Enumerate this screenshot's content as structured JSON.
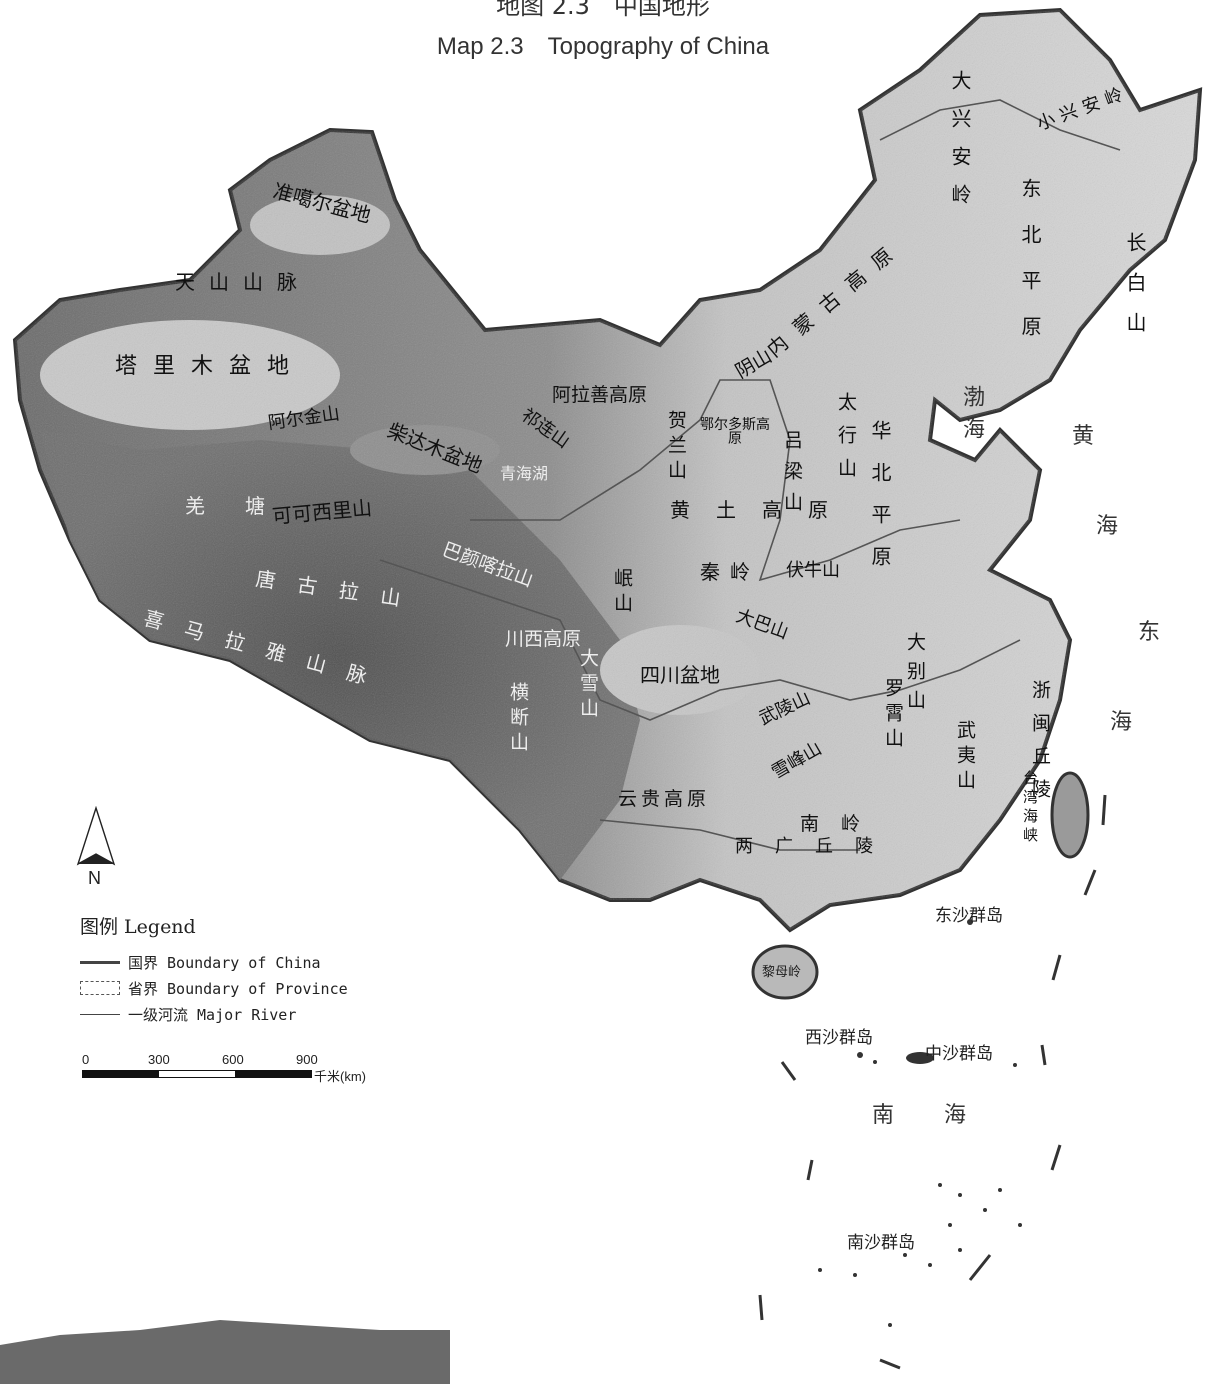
{
  "title": {
    "cn": "地图 2.3　中国地形",
    "en": "Map 2.3　Topography of China"
  },
  "colors": {
    "land_light": "#d6d6d6",
    "land_mid": "#a9a9a9",
    "plateau_dark": "#5e5e5e",
    "border": "#3a3a3a",
    "water": "#ffffff"
  },
  "compass": {
    "label": "N",
    "icon": "north-arrow-icon"
  },
  "legend": {
    "title": "图例 Legend",
    "items": [
      {
        "symbol": "national-boundary-icon",
        "label": "国界 Boundary of China"
      },
      {
        "symbol": "province-boundary-icon",
        "label": "省界 Boundary of Province"
      },
      {
        "symbol": "river-icon",
        "label": "一级河流 Major River"
      }
    ]
  },
  "scale_bar": {
    "ticks": [
      "0",
      "300",
      "600",
      "900"
    ],
    "unit": "千米(km)"
  },
  "labels": [
    {
      "text": "准噶尔盆地"
    },
    {
      "text": "天山山脉"
    },
    {
      "text": "塔里木盆地"
    },
    {
      "text": "阿尔金山"
    },
    {
      "text": "柴达木盆地"
    },
    {
      "text": "祁连山"
    },
    {
      "text": "青海湖"
    },
    {
      "text": "可可西里山"
    },
    {
      "text": "巴颜喀拉山"
    },
    {
      "text": "唐古拉山"
    },
    {
      "text": "羌塘"
    },
    {
      "text": "喜马拉雅山脉"
    },
    {
      "text": "川西高原"
    },
    {
      "text": "横断山"
    },
    {
      "text": "大雪山"
    },
    {
      "text": "四川盆地"
    },
    {
      "text": "阿拉善高原"
    },
    {
      "text": "贺兰山"
    },
    {
      "text": "鄂尔多斯高原"
    },
    {
      "text": "黄土高原"
    },
    {
      "text": "秦岭"
    },
    {
      "text": "伏牛山"
    },
    {
      "text": "大巴山"
    },
    {
      "text": "岷山"
    },
    {
      "text": "大兴安岭"
    },
    {
      "text": "小兴安岭"
    },
    {
      "text": "东北平原"
    },
    {
      "text": "长白山"
    },
    {
      "text": "内蒙古高原"
    },
    {
      "text": "阴山"
    },
    {
      "text": "太行山"
    },
    {
      "text": "吕梁山"
    },
    {
      "text": "华北平原"
    },
    {
      "text": "大别山"
    },
    {
      "text": "武陵山"
    },
    {
      "text": "雪峰山"
    },
    {
      "text": "罗霄山"
    },
    {
      "text": "武夷山"
    },
    {
      "text": "浙闽丘陵"
    },
    {
      "text": "云贵高原"
    },
    {
      "text": "南岭"
    },
    {
      "text": "两广丘陵"
    },
    {
      "text": "台湾海峡"
    }
  ],
  "seas": [
    {
      "text": "渤海"
    },
    {
      "text": "黄"
    },
    {
      "text": "海"
    },
    {
      "text": "东"
    },
    {
      "text": "海"
    },
    {
      "text": "南　海"
    }
  ],
  "islands": [
    {
      "text": "东沙群岛"
    },
    {
      "text": "西沙群岛"
    },
    {
      "text": "中沙群岛"
    },
    {
      "text": "南沙群岛"
    },
    {
      "text": "黎母岭"
    }
  ]
}
